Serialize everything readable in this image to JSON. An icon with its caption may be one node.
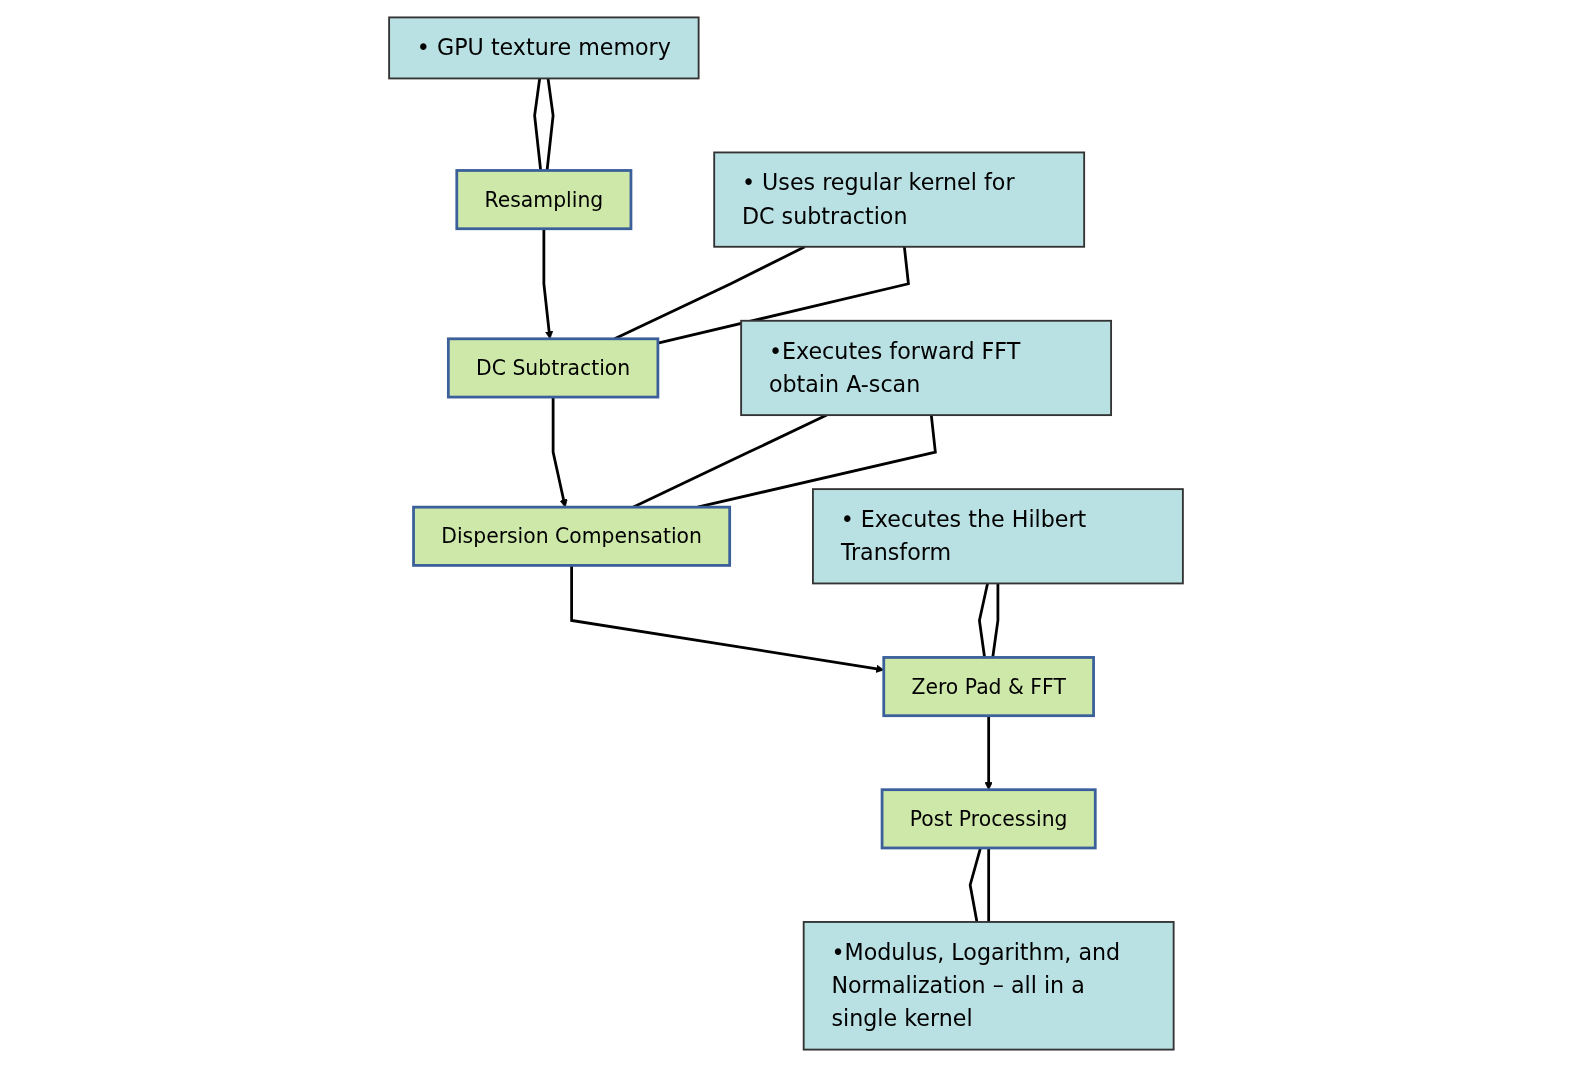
{
  "diagram": {
    "nodes": [
      {
        "text": [
          "Resampling"
        ]
      },
      {
        "text": [
          "• GPU texture memory"
        ]
      },
      {
        "text": [
          "DC Subtraction"
        ]
      },
      {
        "text": [
          "• Uses regular kernel for DC subtraction"
        ]
      },
      {
        "text": [
          "Dispersion Compensation"
        ]
      },
      {
        "text": [
          "•Executes forward FFT obtain A-scan"
        ]
      },
      {
        "text": [
          "Zero Pad & FFT"
        ]
      },
      {
        "text": [
          "• Executes the Hilbert Transform"
        ]
      },
      {
        "text": [
          "Post Processing"
        ]
      },
      {
        "text": [
          "•Modulus, Logarithm, and Normalization – all in a single kernel"
        ]
      }
    ],
    "edges": [
      {
        "from": 0,
        "to": 2,
        "arrow": "to"
      },
      {
        "from": 2,
        "to": 4,
        "arrow": "to"
      },
      {
        "from": 4,
        "to": 6,
        "arrow": "to"
      },
      {
        "from": 6,
        "to": 8,
        "arrow": "to"
      },
      {
        "from": 0,
        "to": 1,
        "arrow": "none"
      },
      {
        "from": 0,
        "to": 1,
        "arrow": "none"
      },
      {
        "from": 2,
        "to": 3,
        "arrow": "none"
      },
      {
        "from": 2,
        "to": 3,
        "arrow": "none"
      },
      {
        "from": 4,
        "to": 5,
        "arrow": "none"
      },
      {
        "from": 4,
        "to": 5,
        "arrow": "none"
      },
      {
        "from": 6,
        "to": 7,
        "arrow": "none"
      },
      {
        "from": 6,
        "to": 7,
        "arrow": "none"
      },
      {
        "from": 8,
        "to": 9,
        "arrow": "none"
      },
      {
        "from": 8,
        "to": 9,
        "arrow": "none"
      }
    ]
  }
}
